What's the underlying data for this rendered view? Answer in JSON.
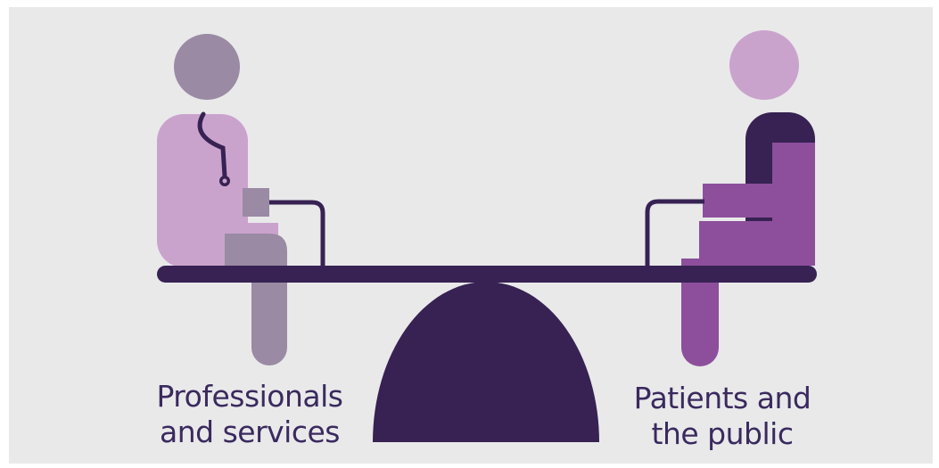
{
  "labels": {
    "left": {
      "line1": "Professionals",
      "line2": "and services"
    },
    "right": {
      "line1": "Patients and",
      "line2": "the public"
    }
  },
  "colors": {
    "background": "#e9e9ea",
    "dark_purple": "#372253",
    "light_lilac": "#caa3cd",
    "grey_purple": "#9a8aa3",
    "medium_purple": "#8d4f9c",
    "text": "#3a2a5e"
  },
  "icons": [
    "professional-figure-icon",
    "stethoscope-icon",
    "patient-figure-icon",
    "seesaw-icon"
  ]
}
